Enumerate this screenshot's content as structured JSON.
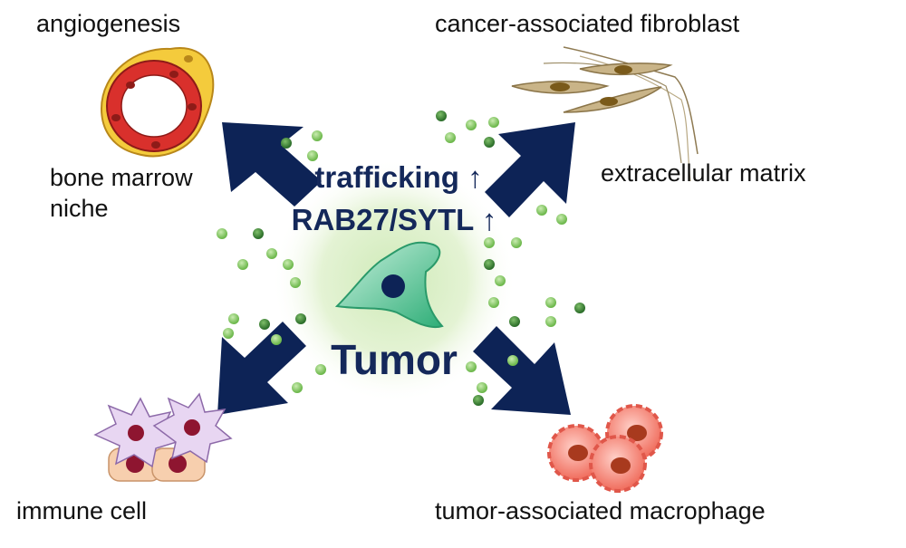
{
  "labels": {
    "angiogenesis": "angiogenesis",
    "caf": "cancer-associated fibroblast",
    "bone_marrow": "bone marrow",
    "niche": "niche",
    "ecm": "extracellular matrix",
    "immune": "immune cell",
    "tam": "tumor-associated macrophage"
  },
  "center": {
    "trafficking": "trafficking ↑",
    "rab27": "RAB27/SYTL ↑",
    "tumor": "Tumor"
  },
  "colors": {
    "arrow": "#0d2356",
    "center_text": "#14285a",
    "vesicle_light": "#8ccf6a",
    "vesicle_dark": "#3f8a3a",
    "tumor_cell": "#5fcf9b",
    "nucleus": "#0d2356",
    "glow": "#e4f3d4"
  }
}
